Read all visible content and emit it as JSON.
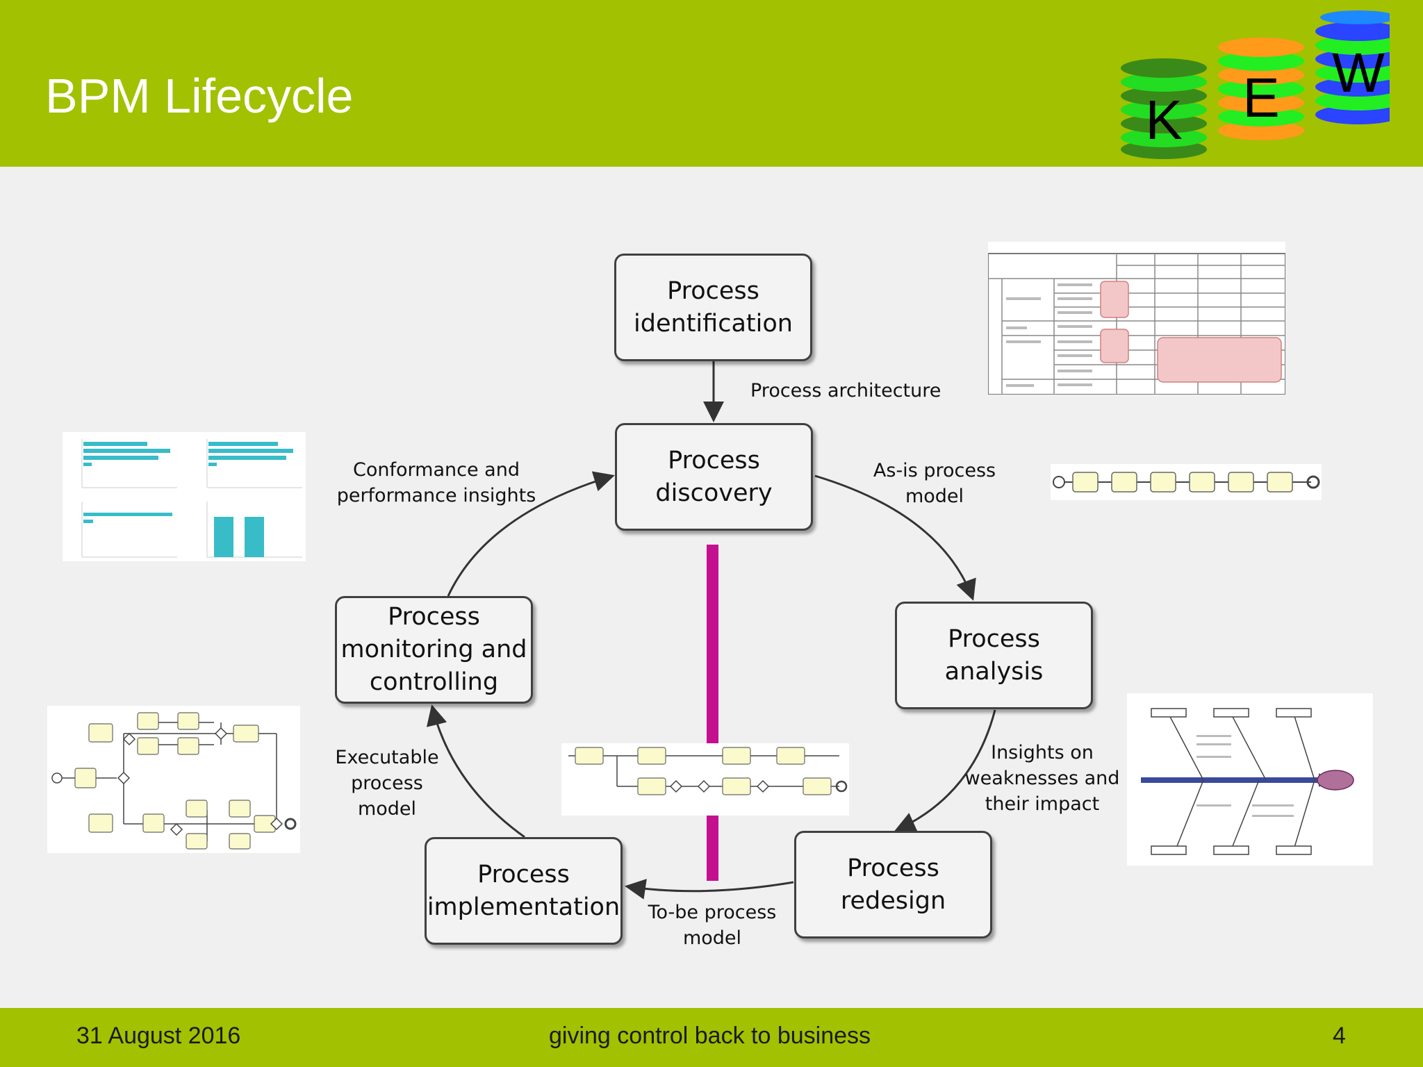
{
  "slide": {
    "title": "BPM Lifecycle",
    "footer_date": "31 August 2016",
    "footer_tagline": "giving control back to business",
    "page_number": "4"
  },
  "logo": {
    "letters": [
      "K",
      "E",
      "W"
    ]
  },
  "colors": {
    "brand_green": "#a2c100",
    "accent_magenta": "#c4108f"
  },
  "lifecycle": {
    "phases": [
      {
        "id": "identification",
        "lines": [
          "Process",
          "identification"
        ]
      },
      {
        "id": "discovery",
        "lines": [
          "Process",
          "discovery"
        ]
      },
      {
        "id": "analysis",
        "lines": [
          "Process",
          "analysis"
        ]
      },
      {
        "id": "redesign",
        "lines": [
          "Process",
          "redesign"
        ]
      },
      {
        "id": "implementation",
        "lines": [
          "Process",
          "implementation"
        ]
      },
      {
        "id": "monitoring",
        "lines": [
          "Process",
          "monitoring and",
          "controlling"
        ]
      }
    ],
    "outputs": {
      "architecture": [
        "Process architecture"
      ],
      "as_is": [
        "As-is process",
        "model"
      ],
      "insights": [
        "Insights on",
        "weaknesses and",
        "their impact"
      ],
      "to_be": [
        "To-be process",
        "model"
      ],
      "executable": [
        "Executable",
        "process",
        "model"
      ],
      "conformance": [
        "Conformance and",
        "performance insights"
      ]
    }
  }
}
